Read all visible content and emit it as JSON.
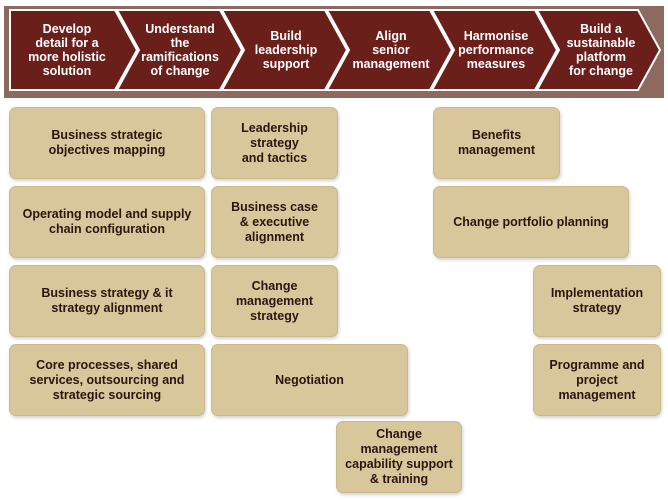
{
  "colors": {
    "chevron_fill": "#6b1f1b",
    "chevron_band": "#8d6a60",
    "box_fill": "#d8c79b",
    "box_text": "#2b160f"
  },
  "phases": [
    {
      "label": "Develop\ndetail for a\nmore holistic\nsolution"
    },
    {
      "label": "Understand\nthe\nramifications\nof change"
    },
    {
      "label": "Build\nleadership\nsupport"
    },
    {
      "label": "Align\nsenior\nmanagement"
    },
    {
      "label": "Harmonise\nperformance\nmeasures"
    },
    {
      "label": "Build a\nsustainable\nplatform\nfor change"
    }
  ],
  "activities": [
    {
      "label": "Business strategic\nobjectives mapping"
    },
    {
      "label": "Operating model and supply\nchain configuration"
    },
    {
      "label": "Business strategy & it\nstrategy alignment"
    },
    {
      "label": "Core processes, shared\nservices, outsourcing and\nstrategic sourcing"
    },
    {
      "label": "Leadership\nstrategy\nand tactics"
    },
    {
      "label": "Business case\n& executive\nalignment"
    },
    {
      "label": "Change\nmanagement\nstrategy"
    },
    {
      "label": "Negotiation"
    },
    {
      "label": "Change\nmanagement\ncapability support\n& training"
    },
    {
      "label": "Benefits\nmanagement"
    },
    {
      "label": "Change portfolio planning"
    },
    {
      "label": "Implementation\nstrategy"
    },
    {
      "label": "Programme and\nproject\nmanagement"
    }
  ]
}
